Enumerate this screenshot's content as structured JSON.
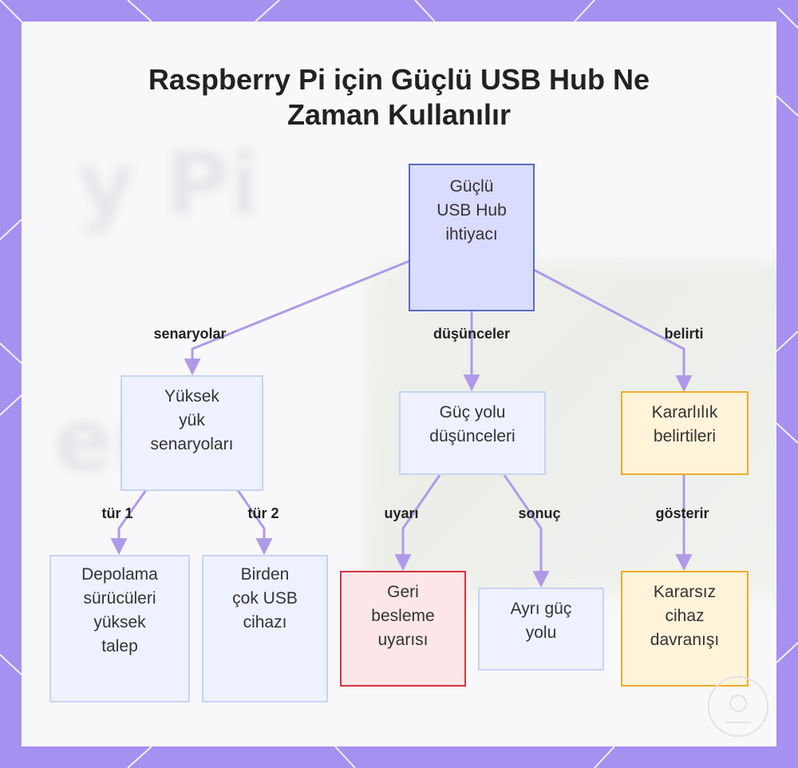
{
  "title": {
    "line1": "Raspberry Pi için Güçlü USB Hub Ne",
    "line2": "Zaman Kullanılır"
  },
  "nodes": {
    "root": [
      "Güçlü",
      "USB Hub",
      "ihtiyacı"
    ],
    "high_load": [
      "Yüksek",
      "yük",
      "senaryoları"
    ],
    "power_path": [
      "Güç yolu",
      "düşünceleri"
    ],
    "stability": [
      "Kararlılık",
      "belirtileri"
    ],
    "storage": [
      "Depolama",
      "sürücüleri",
      "yüksek",
      "talep"
    ],
    "multi_usb": [
      "Birden",
      "çok USB",
      "cihazı"
    ],
    "backfeed": [
      "Geri",
      "besleme",
      "uyarısı"
    ],
    "separate_power": [
      "Ayrı güç",
      "yolu"
    ],
    "unstable": [
      "Kararsız",
      "cihaz",
      "davranışı"
    ]
  },
  "edges": {
    "scenarios": "senaryolar",
    "considerations": "düşünceler",
    "symptom": "belirti",
    "type1": "tür 1",
    "type2": "tür 2",
    "warning": "uyarı",
    "result": "sonuç",
    "shows": "gösterir"
  },
  "colors": {
    "background": "#a690f0",
    "edge_line": "#b09ae8",
    "root_fill": "#d9dcff",
    "root_border": "#5c6bc0",
    "orange_border": "#f0ad2a",
    "red_border": "#d8323f"
  }
}
